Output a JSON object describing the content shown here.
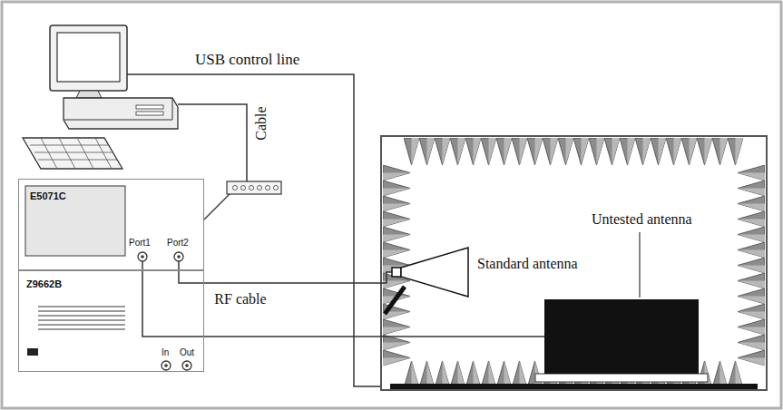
{
  "diagram": {
    "nodes": [
      {
        "text": [
          "E5071C"
        ]
      },
      {
        "text": [
          "Z9662B"
        ]
      },
      {
        "text": [
          "Standard antenna"
        ]
      },
      {
        "text": [
          "Untested antenna"
        ]
      }
    ],
    "edges": [
      {
        "from": 0,
        "to": 2,
        "arrow": "none",
        "label": "RF cable"
      },
      {
        "from": 0,
        "to": 3,
        "arrow": "none"
      }
    ],
    "labels": [
      "USB control line",
      "Cable",
      "Port1",
      "Port2",
      "In",
      "Out"
    ]
  }
}
